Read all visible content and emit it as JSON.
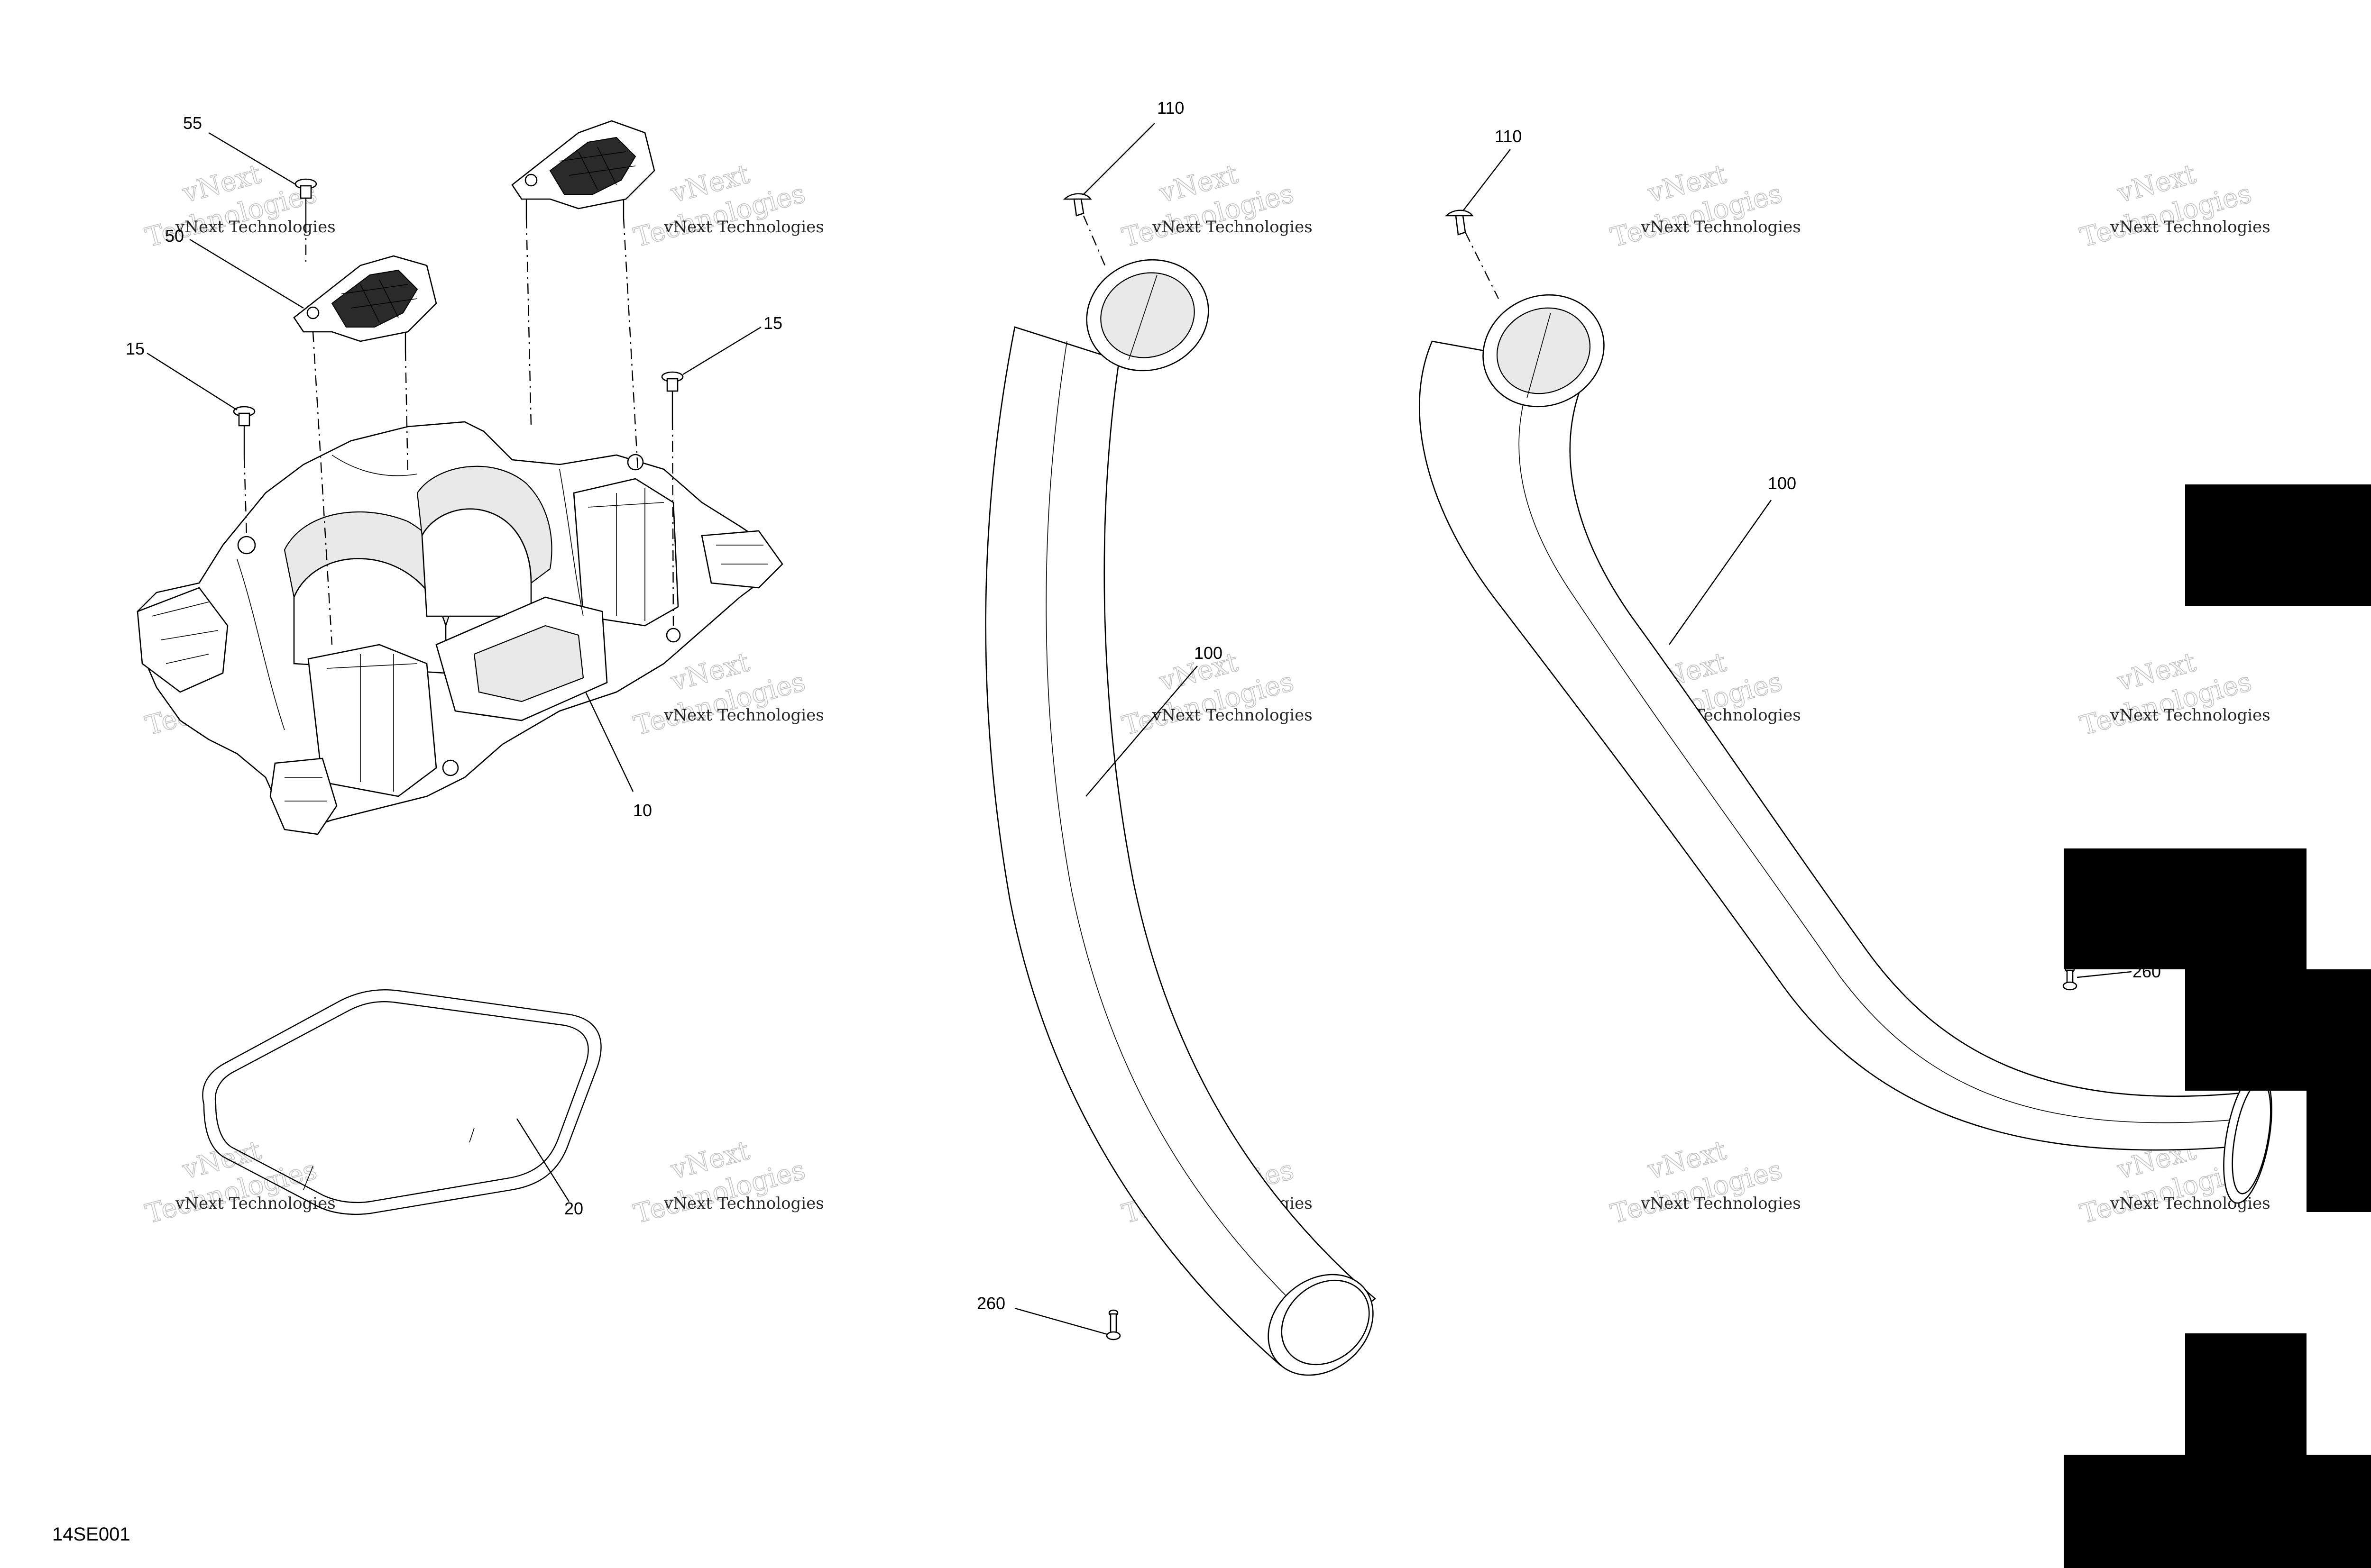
{
  "diagram_code": "14SE001",
  "callouts": {
    "c55": "55",
    "c50": "50",
    "c15a": "15",
    "c15b": "15",
    "c10": "10",
    "c20": "20",
    "c110a": "110",
    "c110b": "110",
    "c100a": "100",
    "c100b": "100",
    "c260a": "260",
    "c260b": "260"
  },
  "watermark": {
    "line1": "vNext Technologies",
    "line2a": "vNext",
    "line2b": "Technologies"
  },
  "parts": [
    {
      "ref": "10",
      "name": "intake-housing"
    },
    {
      "ref": "15",
      "name": "screw"
    },
    {
      "ref": "20",
      "name": "seal"
    },
    {
      "ref": "50",
      "name": "retaining-bracket"
    },
    {
      "ref": "55",
      "name": "screw"
    },
    {
      "ref": "100",
      "name": "hose"
    },
    {
      "ref": "110",
      "name": "push-rivet"
    },
    {
      "ref": "260",
      "name": "screw"
    }
  ]
}
